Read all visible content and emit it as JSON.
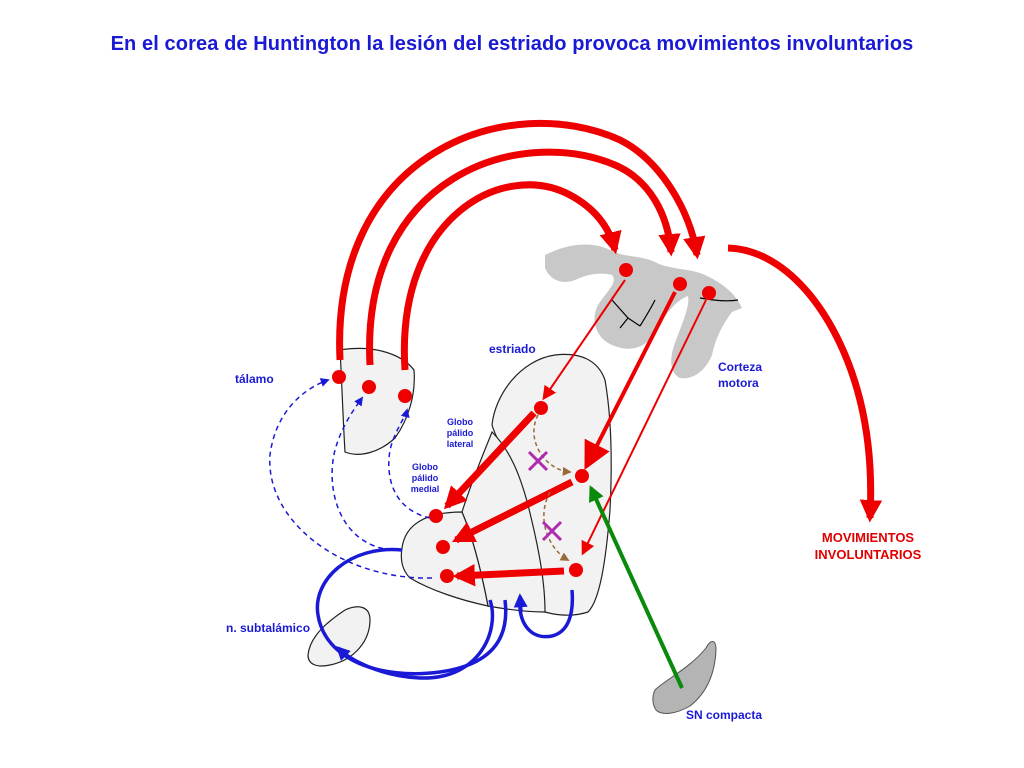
{
  "title": "En el corea de Huntington la lesión del estriado provoca movimientos involuntarios",
  "labels": {
    "talamo": "tálamo",
    "estriado": "estriado",
    "corteza_line1": "Corteza",
    "corteza_line2": "motora",
    "gp_lateral_line1": "Globo",
    "gp_lateral_line2": "pálido",
    "gp_lateral_line3": "lateral",
    "gp_medial_line1": "Globo",
    "gp_medial_line2": "pálido",
    "gp_medial_line3": "medial",
    "subtalamico": "n. subtalámico",
    "sn_compacta": "SN compacta",
    "movimientos_line1": "MOVIMIENTOS",
    "movimientos_line2": "INVOLUNTARIOS"
  },
  "colors": {
    "title": "#1a1ad6",
    "excitatory": "#ee0000",
    "inhibitory_dashed": "#1a1ad6",
    "dopamine": "#0a8a0a",
    "lesion_mark": "#b02ab0",
    "indirect_dashed": "#9a6a3a",
    "structure_fill": "#f2f2f2",
    "cortex_fill": "#c8c8c8"
  }
}
